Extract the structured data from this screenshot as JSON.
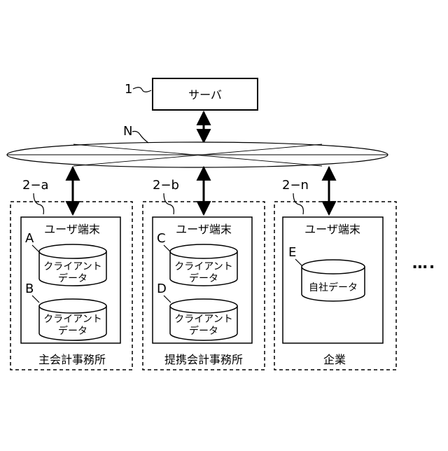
{
  "server": {
    "ref": "1",
    "label": "サーバ"
  },
  "network": {
    "ref": "N"
  },
  "groups": [
    {
      "ref": "2−a",
      "terminal": "ユーザ端末",
      "caption": "主会計事務所",
      "databases": [
        {
          "letter": "A",
          "lines": [
            "クライアント",
            "データ"
          ]
        },
        {
          "letter": "B",
          "lines": [
            "クライアント",
            "データ"
          ]
        }
      ]
    },
    {
      "ref": "2−b",
      "terminal": "ユーザ端末",
      "caption": "提携会計事務所",
      "databases": [
        {
          "letter": "C",
          "lines": [
            "クライアント",
            "データ"
          ]
        },
        {
          "letter": "D",
          "lines": [
            "クライアント",
            "データ"
          ]
        }
      ]
    },
    {
      "ref": "2−n",
      "terminal": "ユーザ端末",
      "caption": "企業",
      "databases": [
        {
          "letter": "E",
          "lines": [
            "自社データ"
          ]
        }
      ]
    }
  ],
  "ellipsis": "…."
}
